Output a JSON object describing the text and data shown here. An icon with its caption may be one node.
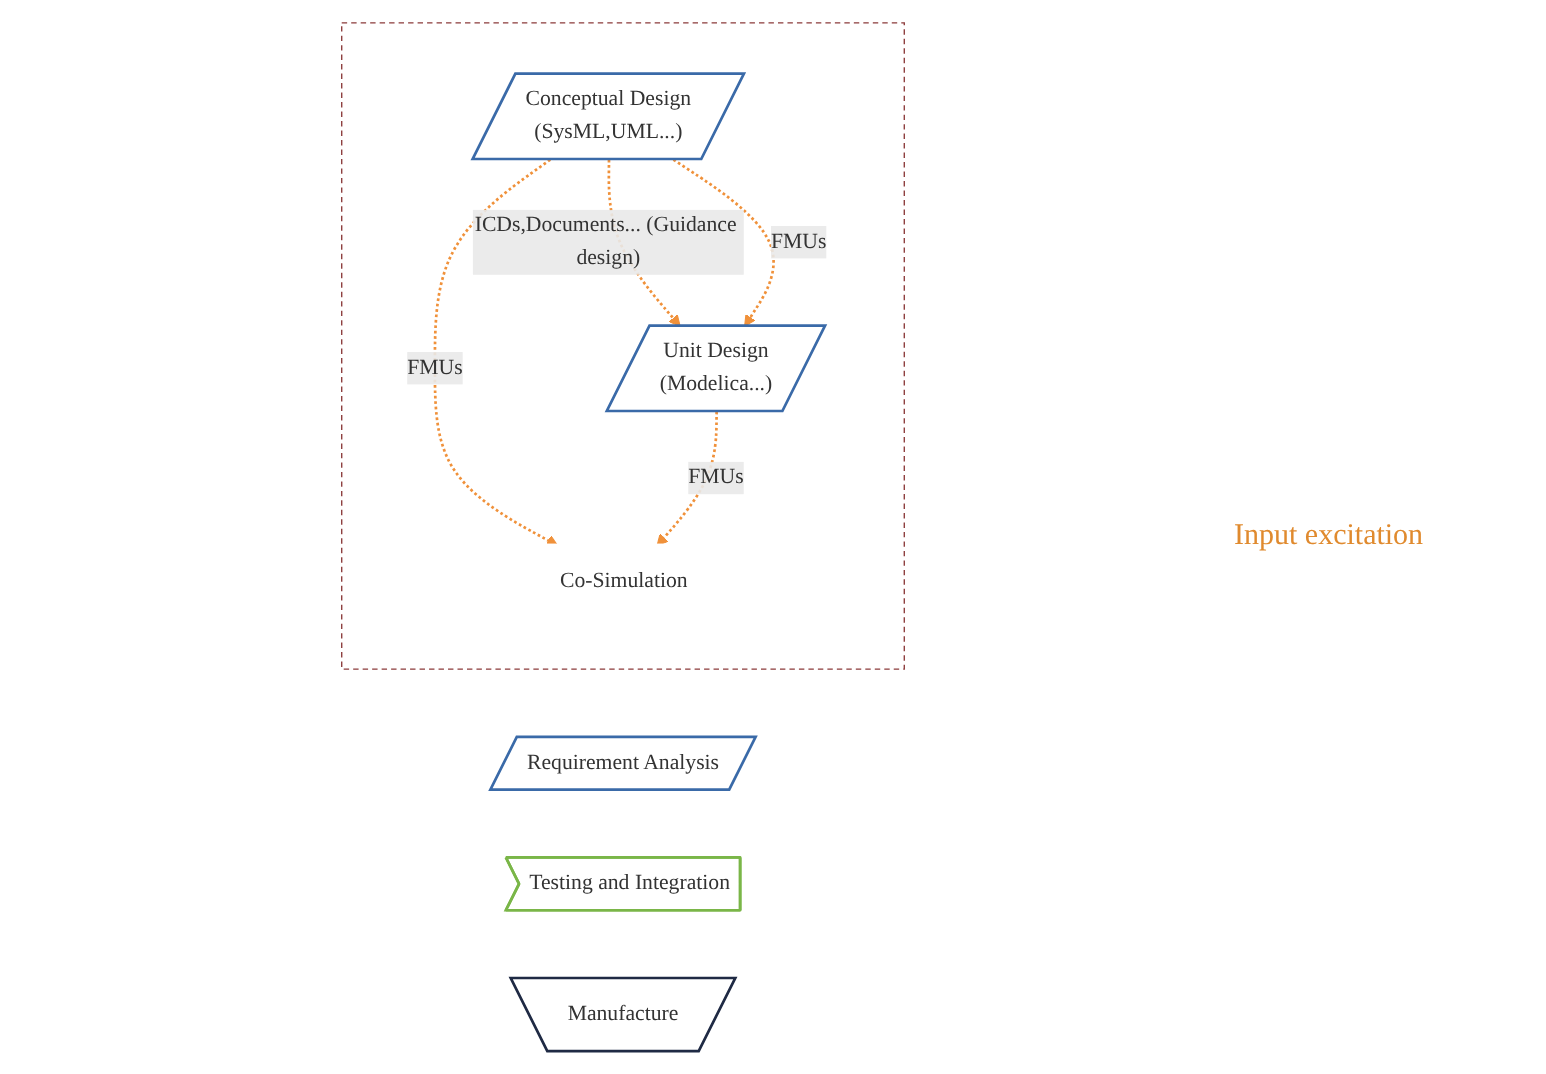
{
  "diagram": {
    "nodes": [
      {
        "text": [
          "Requirement Analysis"
        ]
      },
      {
        "text": [],
        "shape": "box"
      },
      {
        "text": [
          "Conceptual Design",
          "(SysML,UML...)"
        ],
        "in": 1
      },
      {
        "text": [
          "Unit Design",
          "(Modelica...)"
        ],
        "in": 1
      },
      {
        "text": [
          "Co-Simulation"
        ],
        "in": 1
      },
      {
        "text": [
          "Testing and Integration"
        ]
      },
      {
        "text": [
          "Manufacture"
        ]
      }
    ],
    "edges": [
      {
        "from": 2,
        "to": 3,
        "arrow": "to",
        "style": "dashed",
        "label": "ICDs,Documents... (Guidance design)"
      },
      {
        "from": 2,
        "to": 3,
        "arrow": "to",
        "style": "dashed",
        "label": "FMUs"
      },
      {
        "from": 2,
        "to": 4,
        "arrow": "to",
        "style": "dashed",
        "label": "FMUs"
      },
      {
        "from": 3,
        "to": 4,
        "arrow": "to",
        "style": "dashed",
        "label": "FMUs"
      }
    ],
    "labels": [
      "Input excitation"
    ]
  }
}
